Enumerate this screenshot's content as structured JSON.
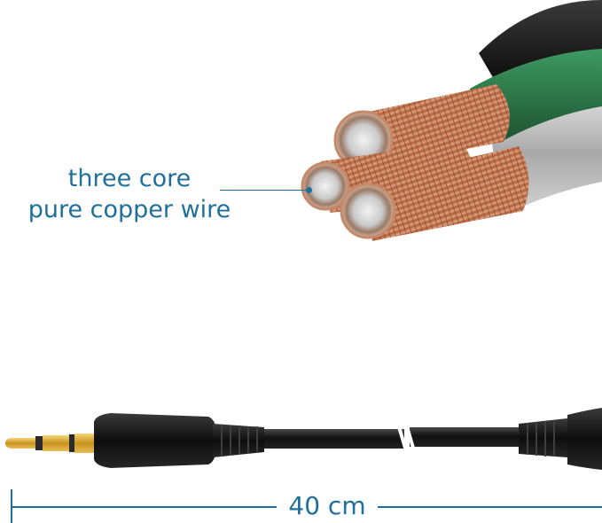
{
  "callout": {
    "line1": "three core",
    "line2": "pure copper wire"
  },
  "dimension": {
    "label": "40 cm"
  },
  "colors": {
    "accent": "#1f6f9b",
    "copper": "#b86a44",
    "green_insulation": "#2f7d4b",
    "grey_insulation": "#b8b8b8",
    "cable_black": "#141414",
    "plug_gold": "#d9a93a"
  }
}
